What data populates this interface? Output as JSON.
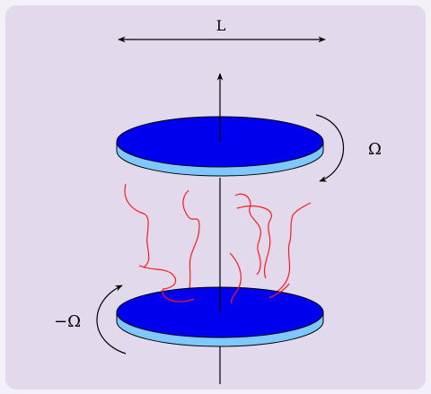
{
  "labels": {
    "L": "L",
    "omega_top": "Ω",
    "omega_bottom": "−Ω"
  },
  "colors": {
    "background": "#e2d9ed",
    "disk_top": "#0000ee",
    "disk_side": "#7ec8ff",
    "filaments": "#ff1a1a",
    "lines": "#000000"
  }
}
